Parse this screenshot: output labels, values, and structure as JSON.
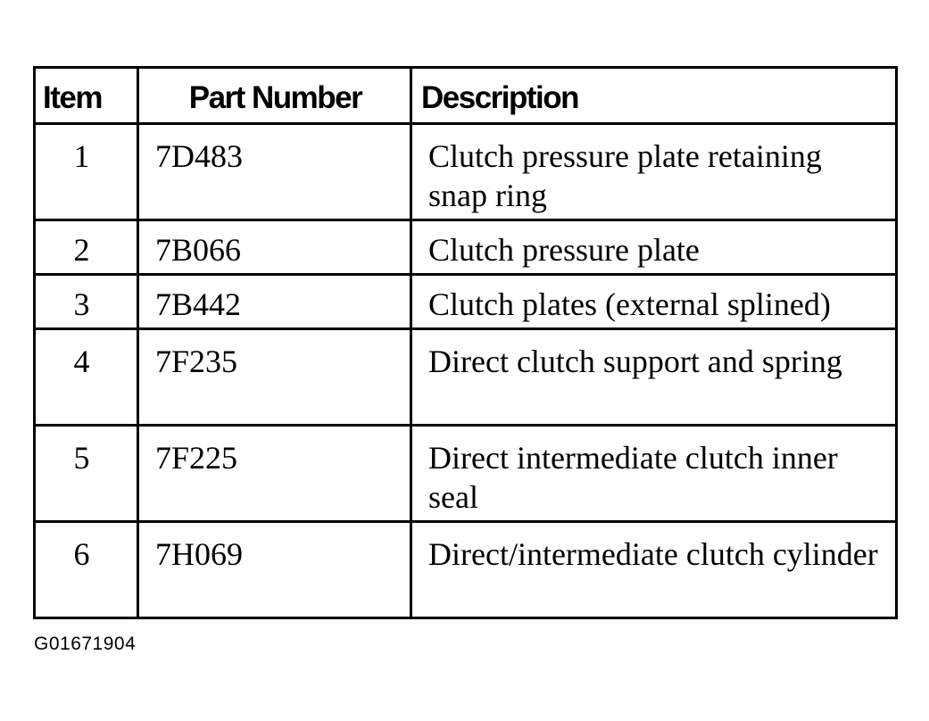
{
  "table": {
    "headers": {
      "item": "Item",
      "part_number": "Part Number",
      "description": "Description"
    },
    "rows": [
      {
        "item": "1",
        "part_number": "7D483",
        "description": "Clutch pressure plate retaining snap ring"
      },
      {
        "item": "2",
        "part_number": "7B066",
        "description": "Clutch pressure plate"
      },
      {
        "item": "3",
        "part_number": "7B442",
        "description": "Clutch plates (external splined)"
      },
      {
        "item": "4",
        "part_number": "7F235",
        "description": "Direct clutch support and spring"
      },
      {
        "item": "5",
        "part_number": "7F225",
        "description": "Direct intermediate clutch inner seal"
      },
      {
        "item": "6",
        "part_number": "7H069",
        "description": "Direct/intermediate clutch cylinder"
      }
    ]
  },
  "caption": "G01671904"
}
